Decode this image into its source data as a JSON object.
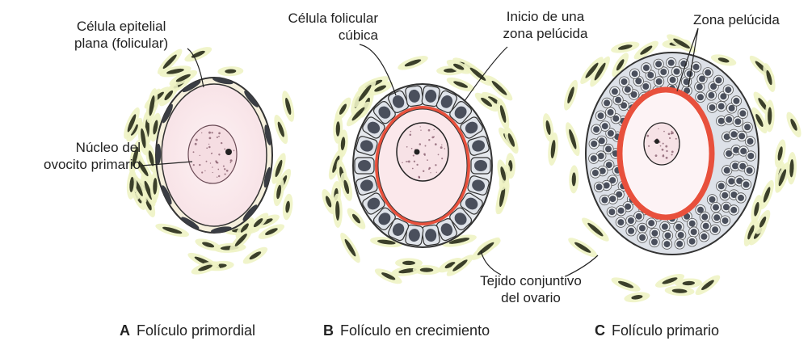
{
  "labels": {
    "a_flat_cell": [
      "Célula epitelial",
      "plana (folicular)"
    ],
    "a_nucleus": [
      "Núcleo del",
      "ovocito primario"
    ],
    "b_cuboidal": [
      "Célula folicular",
      "cúbica"
    ],
    "b_zona_start": [
      "Inicio de una",
      "zona pelúcida"
    ],
    "c_zona": "Zona pelúcida",
    "connective": [
      "Tejido conjuntivo",
      "del ovario"
    ]
  },
  "captions": [
    {
      "letter": "A",
      "text": "Folículo primordial"
    },
    {
      "letter": "B",
      "text": "Folículo en crecimiento"
    },
    {
      "letter": "C",
      "text": "Folículo primario"
    }
  ],
  "colors": {
    "stroma_dark": "#3b3f2a",
    "stroma_halo": "#eef3c4",
    "oocyte": "#fbe7ea",
    "nucleus": "#f5dde2",
    "zona_pellucida": "#e8503c",
    "granulosa_fill": "#dfe3ea",
    "granulosa_nucleus": "#4a4f5c"
  }
}
